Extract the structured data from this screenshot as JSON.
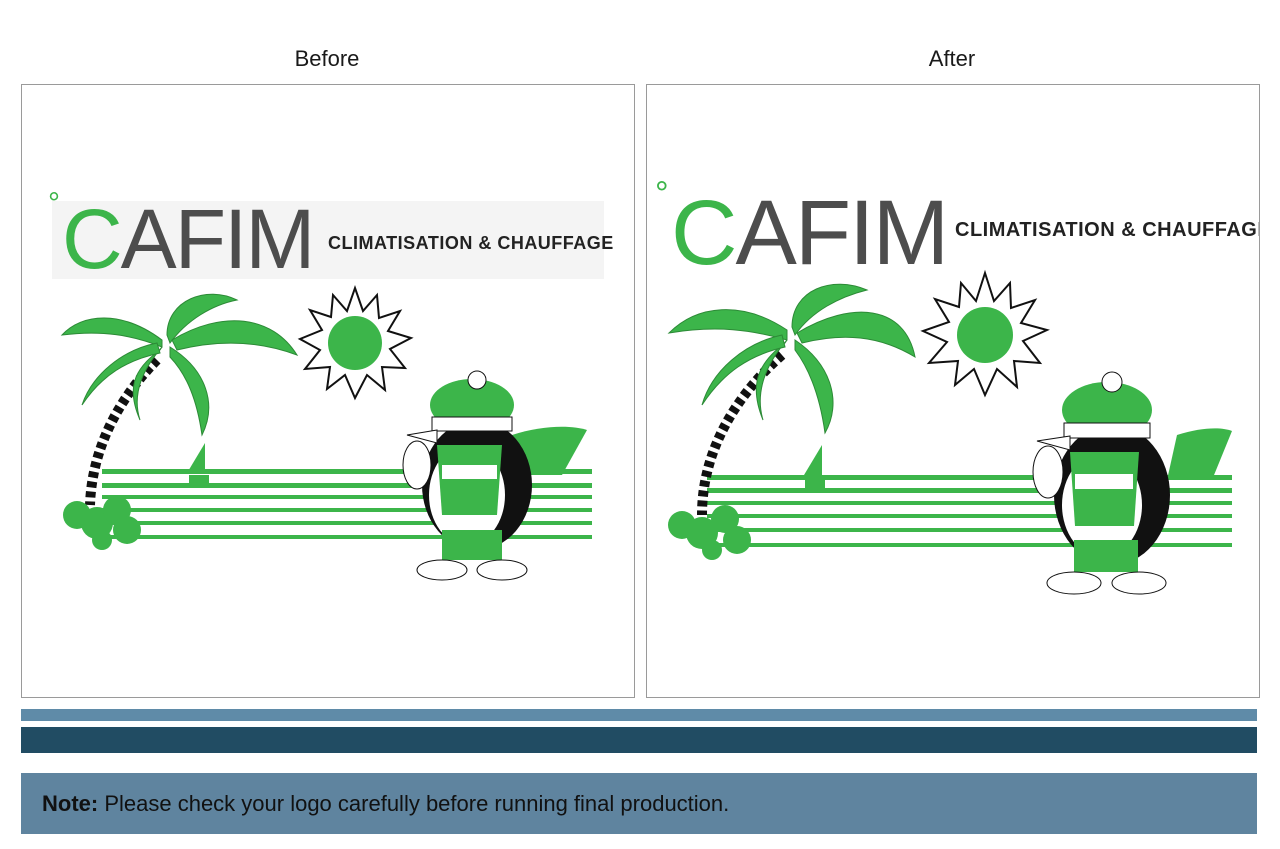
{
  "columns": {
    "before_title": "Before",
    "after_title": "After"
  },
  "logo": {
    "degree_symbol": "°",
    "brand_first_letter": "C",
    "brand_rest": "AFIM",
    "tagline": "CLIMATISATION & CHAUFFAGE"
  },
  "note": {
    "label": "Note:",
    "text": " Please check your logo carefully before running final production."
  },
  "colors": {
    "green": "#3cb54a",
    "gray_text": "#4d4d4d",
    "bar_light": "#5f8ba8",
    "bar_dark": "#214c63",
    "note_bg": "#5f849f"
  }
}
